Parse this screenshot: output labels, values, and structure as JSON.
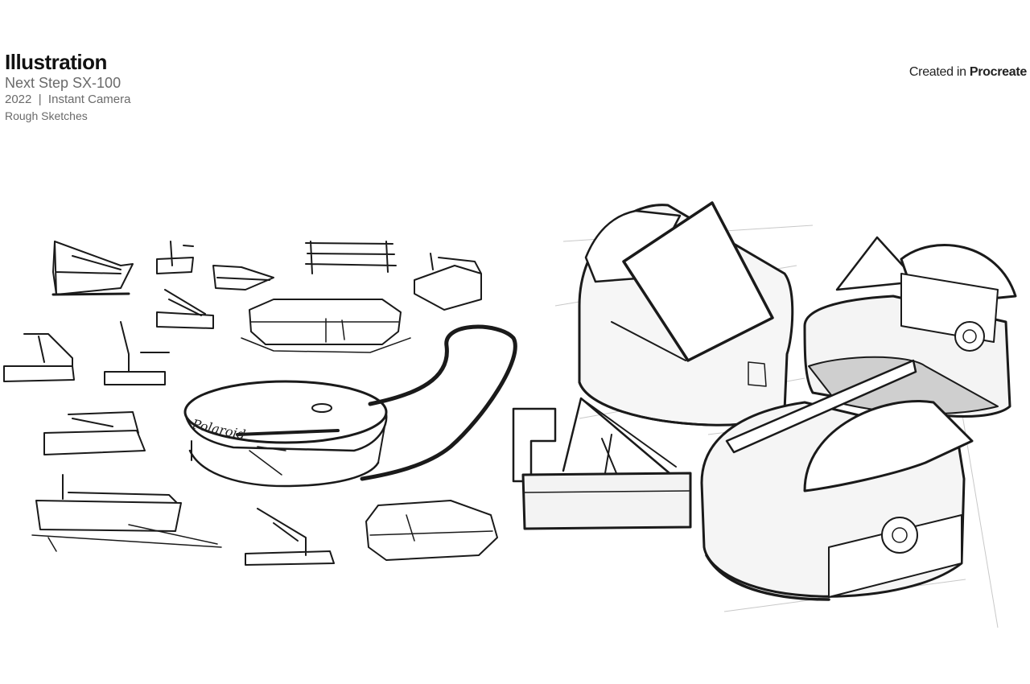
{
  "header": {
    "title": "Illustration",
    "subtitle": "Next Step SX-100",
    "meta_line": "2022  |  Instant Camera",
    "caption": "Rough Sketches"
  },
  "credit": {
    "prefix": "Created in ",
    "app": "Procreate"
  },
  "sketch_text": {
    "brand_script": "Polaroid"
  },
  "icons": [
    "camera-sketch-thumbnails",
    "camera-main-sketch",
    "camera-render-group"
  ]
}
